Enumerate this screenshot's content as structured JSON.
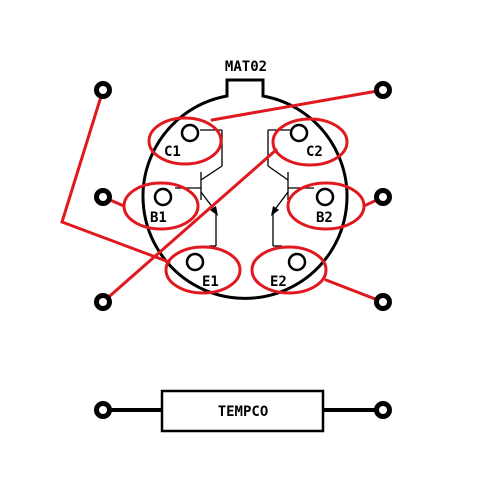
{
  "colors": {
    "wire": "#e0191f",
    "ink": "#000000",
    "background": "#ffffff"
  },
  "title": "MAT02",
  "pins": {
    "c1": "C1",
    "c2": "C2",
    "b1": "B1",
    "b2": "B2",
    "e1": "E1",
    "e2": "E2"
  },
  "resistor": {
    "label": "TEMPCO"
  }
}
